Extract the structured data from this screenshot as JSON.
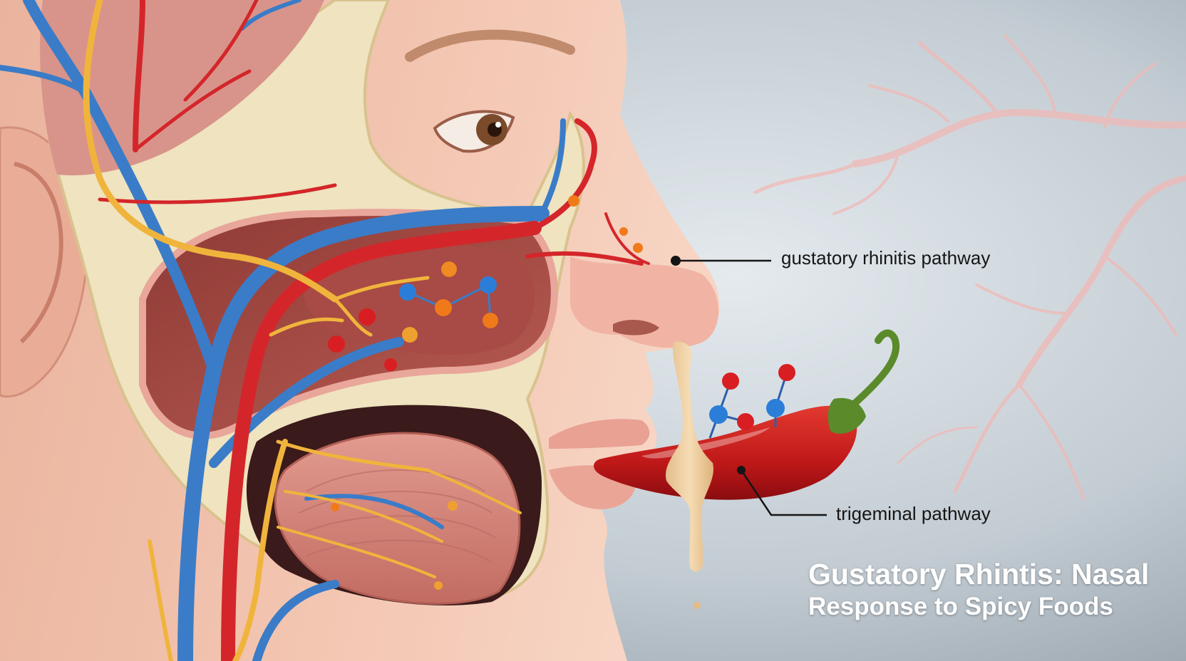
{
  "labels": {
    "gustatory": "gustatory rhinitis pathway",
    "trigeminal": "trigeminal pathway"
  },
  "title": {
    "line1": "Gustatory Rhintis: Nasal",
    "line2": "Response to Spicy Foods"
  },
  "colors": {
    "artery": "#d4262a",
    "vein": "#3a7cc8",
    "nerve": "#f0b43c",
    "skin": "#f2c3ae",
    "bone": "#efe3c0",
    "pepper": "#c81c1c",
    "stem": "#5a8a2a",
    "background": "#b8c2ca",
    "title_text": "#ffffff",
    "label_text": "#151515"
  },
  "icons": [
    "chili-pepper-icon",
    "molecule-icon",
    "nerve-branch-icon"
  ]
}
